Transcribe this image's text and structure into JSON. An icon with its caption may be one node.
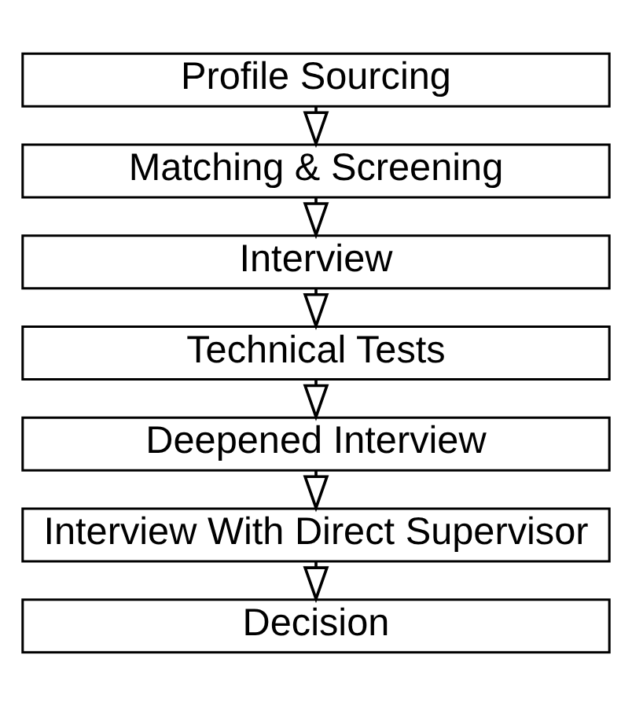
{
  "diagram": {
    "nodes": [
      {
        "text": [
          "Profile Sourcing"
        ]
      },
      {
        "text": [
          "Matching & Screening"
        ]
      },
      {
        "text": [
          "Interview"
        ]
      },
      {
        "text": [
          "Technical Tests"
        ]
      },
      {
        "text": [
          "Deepened Interview"
        ]
      },
      {
        "text": [
          "Interview With Direct Supervisor"
        ]
      },
      {
        "text": [
          "Decision"
        ]
      }
    ],
    "edges": [
      {
        "from": 0,
        "to": 1,
        "arrow": "to"
      },
      {
        "from": 1,
        "to": 2,
        "arrow": "to"
      },
      {
        "from": 2,
        "to": 3,
        "arrow": "to"
      },
      {
        "from": 3,
        "to": 4,
        "arrow": "to"
      },
      {
        "from": 4,
        "to": 5,
        "arrow": "to"
      },
      {
        "from": 5,
        "to": 6,
        "arrow": "to"
      }
    ]
  }
}
